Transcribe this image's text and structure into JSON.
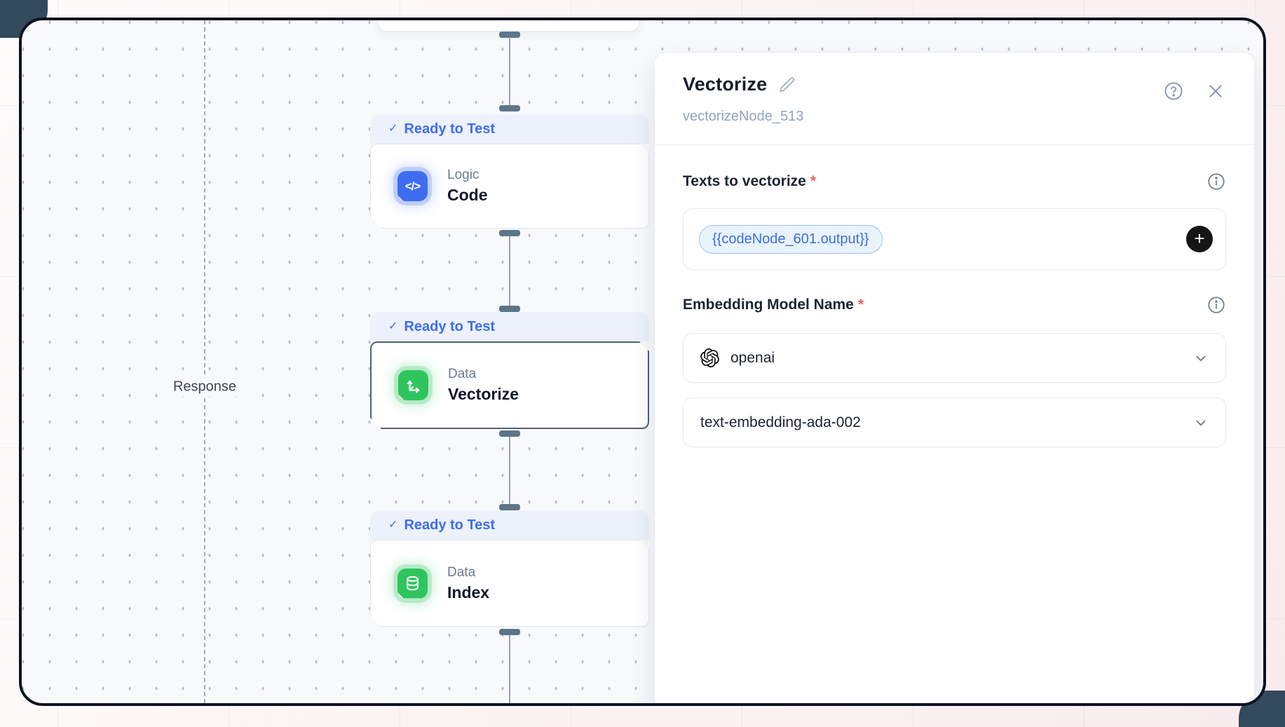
{
  "canvas": {
    "response_label": "Response",
    "status_label": "Ready to Test",
    "nodes": [
      {
        "id": "code",
        "status": "Ready to Test",
        "category": "Logic",
        "name": "Code",
        "icon": "code-icon",
        "accent": "#3e6df0"
      },
      {
        "id": "vectorize",
        "status": "Ready to Test",
        "category": "Data",
        "name": "Vectorize",
        "icon": "vectorize-axes-icon",
        "accent": "#2fc55e",
        "selected": true
      },
      {
        "id": "index",
        "status": "Ready to Test",
        "category": "Data",
        "name": "Index",
        "icon": "database-icon",
        "accent": "#2fc55e"
      }
    ]
  },
  "panel": {
    "title": "Vectorize",
    "node_id": "vectorizeNode_513",
    "icons": {
      "edit": "pencil-icon",
      "help": "help-circle-icon",
      "close": "close-icon"
    },
    "fields": {
      "texts_to_vectorize": {
        "label": "Texts to vectorize",
        "required": "*",
        "chip_value": "{{codeNode_601.output}}",
        "add_button": "+"
      },
      "embedding_model": {
        "label": "Embedding Model Name",
        "required": "*",
        "provider_selected": "openai",
        "model_selected": "text-embedding-ada-002"
      }
    }
  },
  "colors": {
    "badge_bg": "#edf1fb",
    "badge_text": "#3d6ef0",
    "node_blue": "#3e6df0",
    "node_green": "#2fc55e",
    "chip_bg": "#e9f3fe",
    "chip_border": "#9cc3f7",
    "chip_text": "#3b6fd9",
    "required_red": "#f25f5f",
    "frame_border": "#0c1322"
  }
}
